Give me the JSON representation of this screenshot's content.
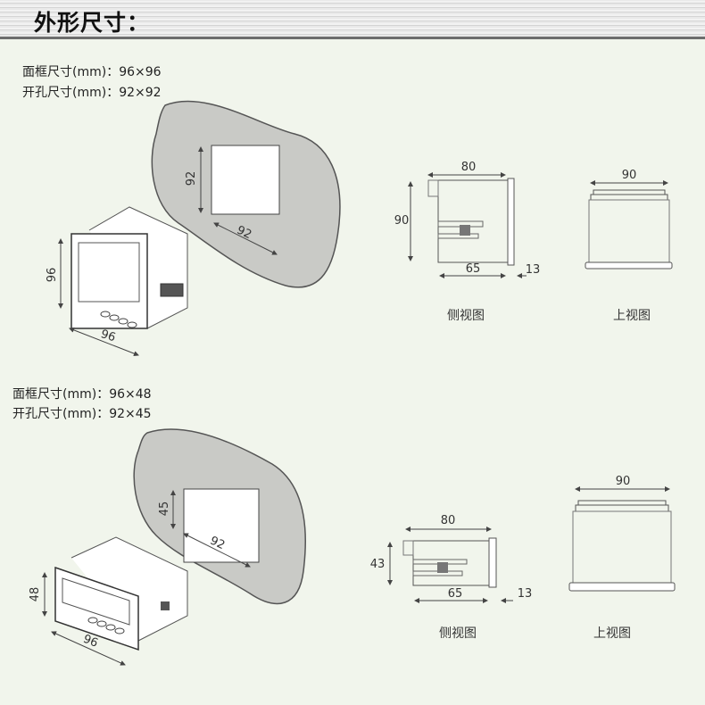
{
  "header": {
    "title": "外形尺寸："
  },
  "section1": {
    "frame_size": "面框尺寸(mm)：96×96",
    "cutout_size": "开孔尺寸(mm)：92×92",
    "cutout_dims": {
      "height": "92",
      "width": "92"
    },
    "front_dims": {
      "height": "96",
      "width": "96"
    },
    "side_view": {
      "length": "80",
      "height": "90",
      "body": "65",
      "front": "13",
      "caption": "侧视图"
    },
    "top_view": {
      "width": "90",
      "caption": "上视图"
    }
  },
  "section2": {
    "frame_size": "面框尺寸(mm)：96×48",
    "cutout_size": "开孔尺寸(mm)：92×45",
    "cutout_dims": {
      "height": "45",
      "width": "92"
    },
    "front_dims": {
      "height": "48",
      "width": "96"
    },
    "side_view": {
      "length": "80",
      "height": "43",
      "body": "65",
      "front": "13",
      "caption": "侧视图"
    },
    "top_view": {
      "width": "90",
      "caption": "上视图"
    }
  }
}
